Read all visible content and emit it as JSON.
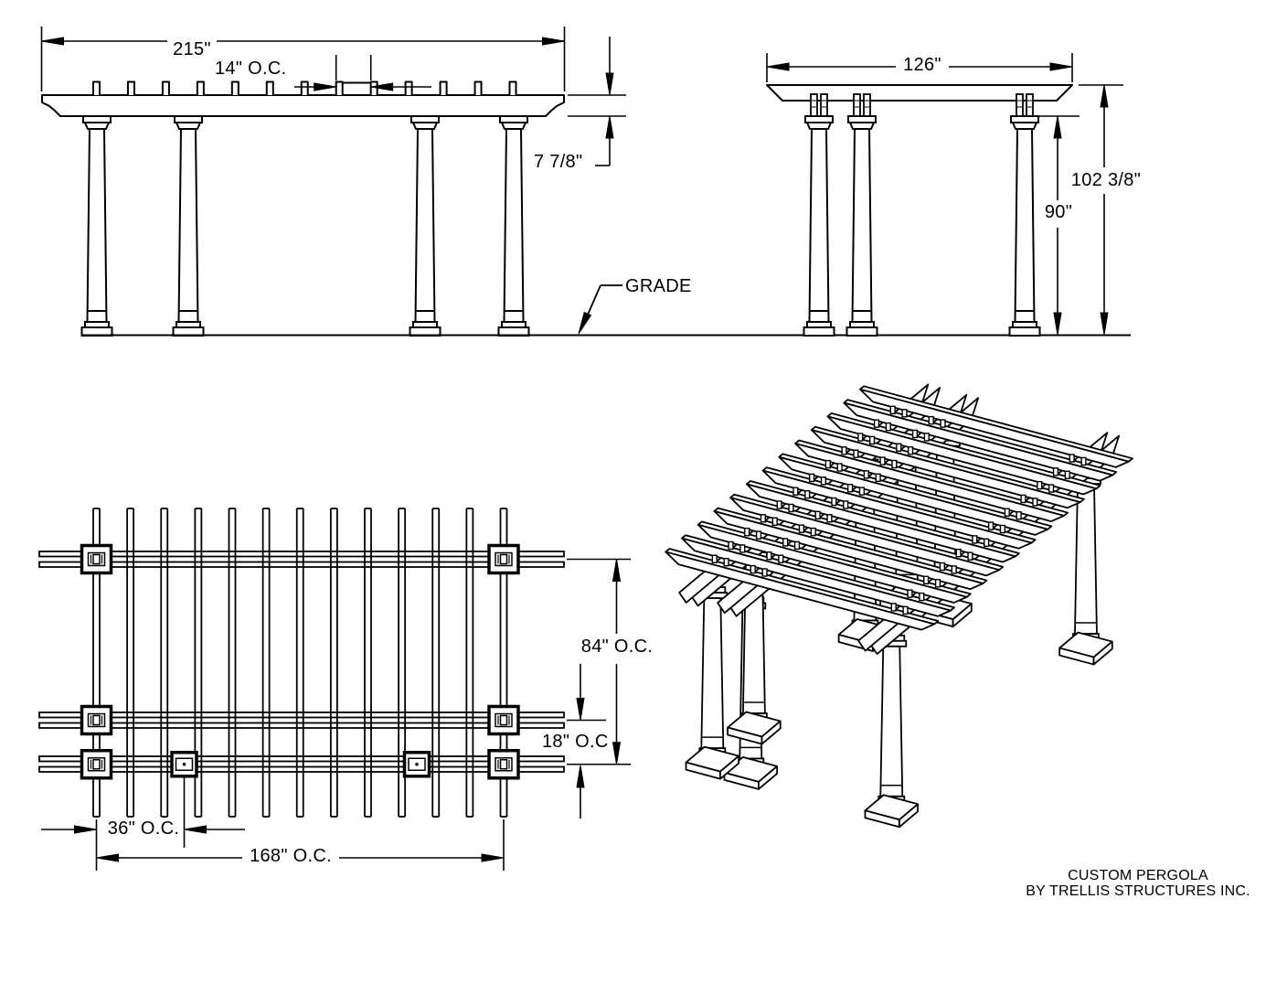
{
  "drawing": {
    "title_line1": "CUSTOM PERGOLA",
    "title_line2": "BY TRELLIS STRUCTURES INC.",
    "grade_label": "GRADE",
    "front_elevation": {
      "overall_width": "215\"",
      "rafter_spacing": "14\" O.C.",
      "beam_depth": "7 7/8\"",
      "rafter_tail_count": 13,
      "column_count": 4
    },
    "side_elevation": {
      "overall_depth": "126\"",
      "column_height": "90\"",
      "overall_height": "102 3/8\"",
      "column_count": 3
    },
    "plan_view": {
      "beam_span": "84\" O.C.",
      "front_beam_offset": "18\" O.C",
      "post_offset": "36\" O.C.",
      "column_span": "168\" O.C.",
      "rafter_count": 13,
      "beam_line_count": 3,
      "column_count": 8
    },
    "isometric": {
      "rafter_count": 13,
      "beam_line_count": 3,
      "column_count": 8
    },
    "colors": {
      "line": "#000000",
      "background": "#ffffff"
    }
  }
}
